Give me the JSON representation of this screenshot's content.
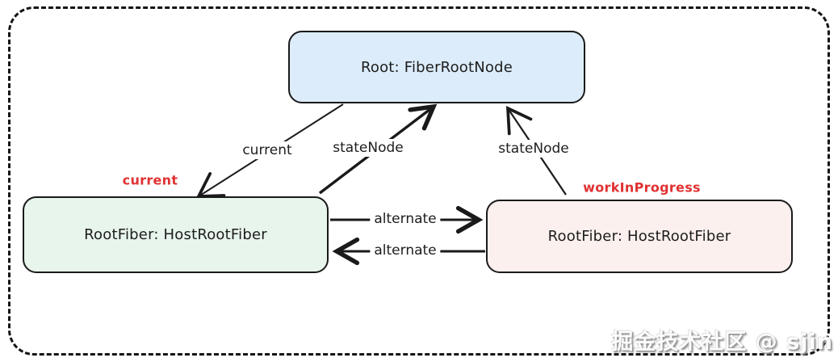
{
  "diagram": {
    "nodes": [
      {
        "id": "fiber-root",
        "label": "Root: FiberRootNode",
        "fill": "#dcecfa"
      },
      {
        "id": "current-root-fiber",
        "label": "RootFiber: HostRootFiber",
        "fill": "#e8f5ec"
      },
      {
        "id": "wip-root-fiber",
        "label": "RootFiber: HostRootFiber",
        "fill": "#fcf0ee"
      }
    ],
    "edges": [
      {
        "label": "current",
        "from": "fiber-root",
        "to": "current-root-fiber"
      },
      {
        "label": "stateNode",
        "from": "current-root-fiber",
        "to": "fiber-root"
      },
      {
        "label": "stateNode",
        "from": "wip-root-fiber",
        "to": "fiber-root"
      },
      {
        "label": "alternate",
        "from": "current-root-fiber",
        "to": "wip-root-fiber"
      },
      {
        "label": "alternate",
        "from": "wip-root-fiber",
        "to": "current-root-fiber"
      }
    ],
    "annotations": [
      {
        "label": "current",
        "color": "#e03131",
        "attached_to": "current-root-fiber"
      },
      {
        "label": "workInProgress",
        "color": "#e03131",
        "attached_to": "wip-root-fiber"
      }
    ]
  },
  "watermark": {
    "text": "掘金技术社区 @ sjin"
  },
  "colors": {
    "stroke": "#1a1a1a",
    "annotation_red": "#e03131",
    "node_blue": "#dcecfa",
    "node_green": "#e8f5ec",
    "node_pink": "#fcf0ee",
    "background": "#ffffff"
  }
}
